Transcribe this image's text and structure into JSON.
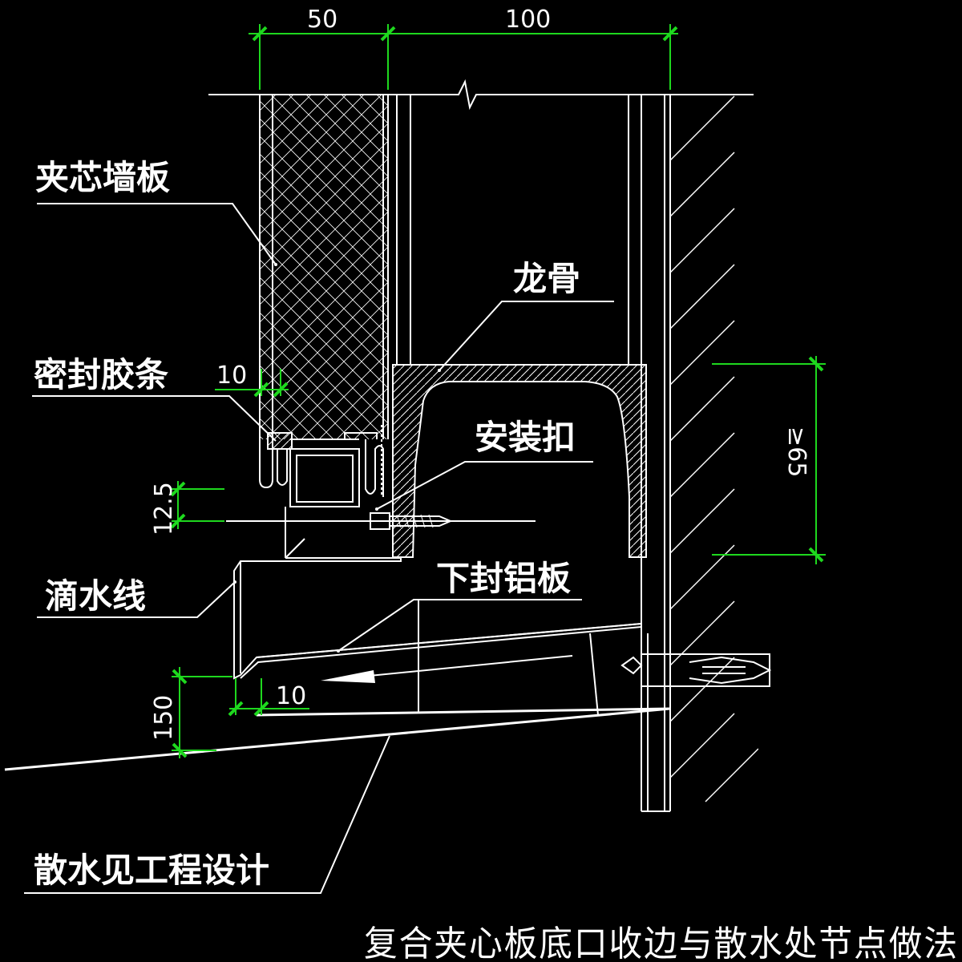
{
  "drawing": {
    "title": "复合夹心板底口收边与散水处节点做法",
    "labels": {
      "sandwich_panel": "夹芯墙板",
      "keel": "龙骨",
      "seal_strip": "密封胶条",
      "install_clip": "安装扣",
      "drip_line": "滴水线",
      "bottom_aluminum_plate": "下封铝板",
      "apron_note": "散水见工程设计"
    },
    "dimensions": {
      "top_left": "50",
      "top_right": "100",
      "seal_gap": "10",
      "clip_offset": "12.5",
      "height_min": "≥65",
      "drip_offset": "10",
      "apron_height": "150"
    },
    "colors": {
      "background": "#000000",
      "line": "#ffffff",
      "dimension": "#1ed81e"
    }
  }
}
